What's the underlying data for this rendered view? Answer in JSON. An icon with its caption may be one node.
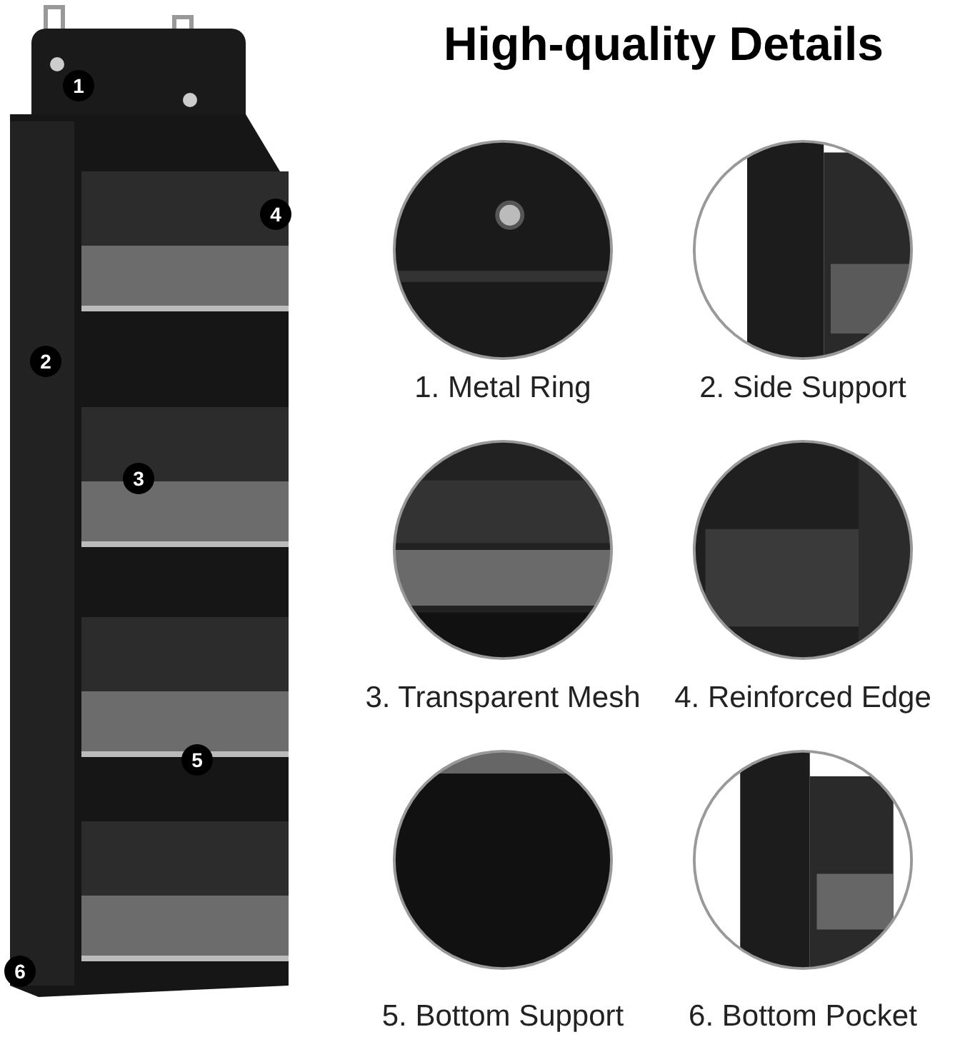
{
  "diagram": {
    "title": "High-quality Details",
    "labels": [
      "1",
      "2",
      "3",
      "4",
      "5",
      "6",
      "1. Metal Ring",
      "2. Side Support",
      "3. Transparent Mesh",
      "4. Reinforced Edge",
      "5. Bottom Support",
      "6. Bottom Pocket"
    ]
  }
}
